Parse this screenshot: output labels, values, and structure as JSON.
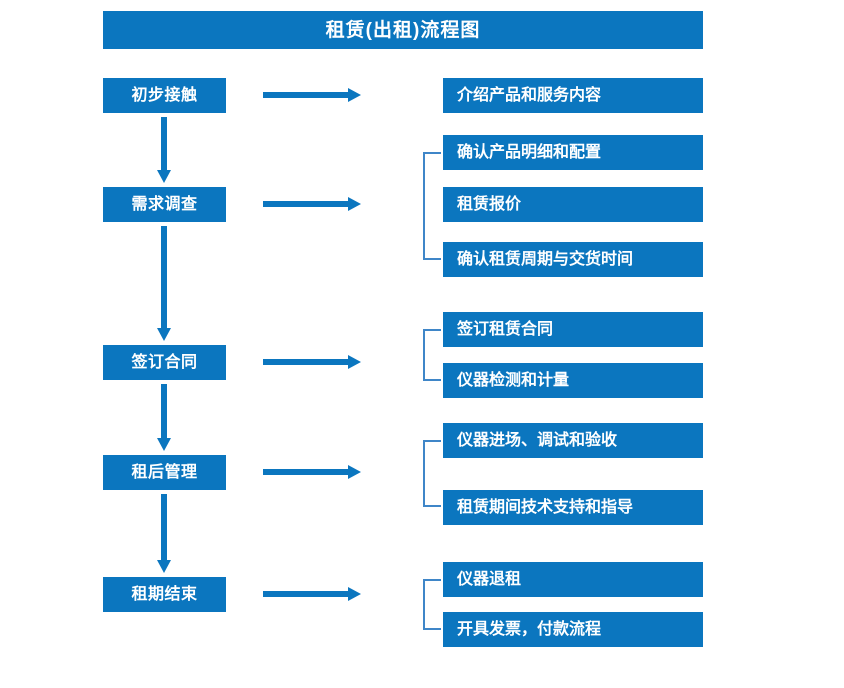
{
  "diagram": {
    "title": "租赁(出租)流程图",
    "colors": {
      "box_fill": "#0b76bf",
      "box_text": "#ffffff",
      "arrow": "#0b76bf",
      "bracket": "#3f86c8",
      "background": "#ffffff"
    },
    "stages": [
      {
        "id": "stage-1",
        "label": "初步接触",
        "arrow_name": "arrow-stage-1-to-details",
        "bracket": false,
        "details": [
          {
            "id": "detail-1-1",
            "label": "介绍产品和服务内容"
          }
        ]
      },
      {
        "id": "stage-2",
        "label": "需求调查",
        "arrow_name": "arrow-stage-2-to-details",
        "bracket": true,
        "details": [
          {
            "id": "detail-2-1",
            "label": "确认产品明细和配置"
          },
          {
            "id": "detail-2-2",
            "label": "租赁报价"
          },
          {
            "id": "detail-2-3",
            "label": "确认租赁周期与交货时间"
          }
        ]
      },
      {
        "id": "stage-3",
        "label": "签订合同",
        "arrow_name": "arrow-stage-3-to-details",
        "bracket": true,
        "details": [
          {
            "id": "detail-3-1",
            "label": "签订租赁合同"
          },
          {
            "id": "detail-3-2",
            "label": "仪器检测和计量"
          }
        ]
      },
      {
        "id": "stage-4",
        "label": "租后管理",
        "arrow_name": "arrow-stage-4-to-details",
        "bracket": true,
        "details": [
          {
            "id": "detail-4-1",
            "label": "仪器进场、调试和验收"
          },
          {
            "id": "detail-4-2",
            "label": "租赁期间技术支持和指导"
          }
        ]
      },
      {
        "id": "stage-5",
        "label": "租期结束",
        "arrow_name": "arrow-stage-5-to-details",
        "bracket": true,
        "details": [
          {
            "id": "detail-5-1",
            "label": "仪器退租"
          },
          {
            "id": "detail-5-2",
            "label": "开具发票，付款流程"
          }
        ]
      }
    ],
    "flow_connectors": [
      {
        "id": "connector-1-2",
        "from": "初步接触",
        "to": "需求调查"
      },
      {
        "id": "connector-2-3",
        "from": "需求调查",
        "to": "签订合同"
      },
      {
        "id": "connector-3-4",
        "from": "签订合同",
        "to": "租后管理"
      },
      {
        "id": "connector-4-5",
        "from": "租后管理",
        "to": "租期结束"
      }
    ]
  }
}
